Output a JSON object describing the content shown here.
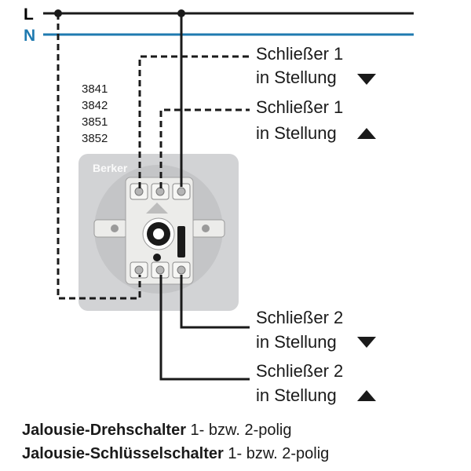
{
  "rails": {
    "L": {
      "label": "L",
      "color": "#1a1a1a"
    },
    "N": {
      "label": "N",
      "color": "#1f7ab0"
    }
  },
  "article_numbers": [
    "3841",
    "3842",
    "3851",
    "3852"
  ],
  "brand": "Berker",
  "outputs": [
    {
      "line1": "Schließer 1",
      "line2": "in Stellung",
      "arrow": "down-triangle",
      "wire": "dashed"
    },
    {
      "line1": "Schließer 1",
      "line2": "in Stellung",
      "arrow": "up-triangle",
      "wire": "dashed"
    },
    {
      "line1": "Schließer 2",
      "line2": "in Stellung",
      "arrow": "down-triangle",
      "wire": "solid"
    },
    {
      "line1": "Schließer 2",
      "line2": "in Stellung",
      "arrow": "up-triangle",
      "wire": "solid"
    }
  ],
  "captions": [
    {
      "bold": "Jalousie-Drehschalter",
      "rest": " 1- bzw. 2-polig"
    },
    {
      "bold": "Jalousie-Schlüsselschalter",
      "rest": " 1- bzw. 2-polig"
    }
  ],
  "colors": {
    "wire": "#1a1a1a",
    "neutral": "#1f7ab0",
    "plate": "#d2d3d5",
    "insert": "#ececea"
  }
}
